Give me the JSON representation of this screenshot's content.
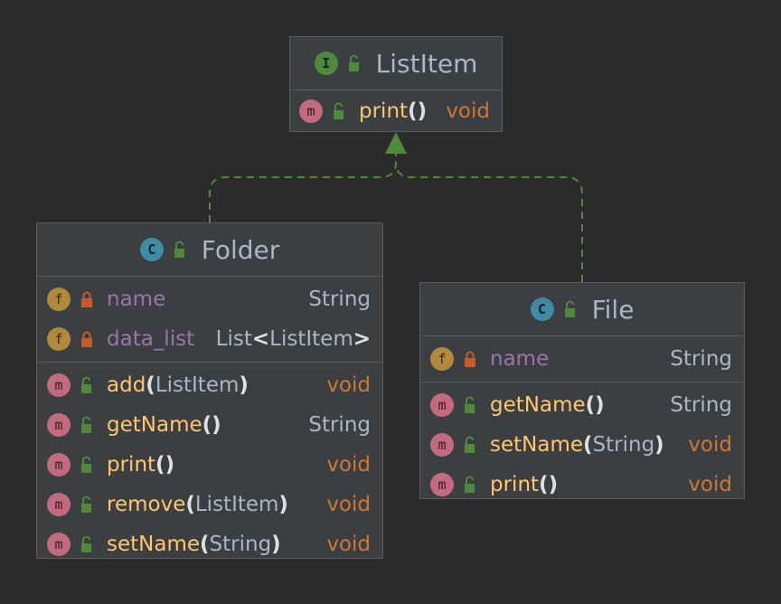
{
  "colors": {
    "background": "#2b2b2b",
    "box": "#3c3f41",
    "border": "#5a5d5f",
    "text": "#a9b7c6",
    "field_name": "#9876aa",
    "method_name": "#ffc66d",
    "void_type": "#cc7832",
    "arrow": "#4e8a3b"
  },
  "listitem": {
    "badge": "I",
    "icon": "interface-icon",
    "title": "ListItem",
    "methods": [
      {
        "badge": "m",
        "name": "print",
        "param": "",
        "type": "void"
      }
    ]
  },
  "folder": {
    "badge": "C",
    "icon": "class-icon",
    "title": "Folder",
    "fields": [
      {
        "badge": "f",
        "name": "name",
        "type": "String"
      },
      {
        "badge": "f",
        "name": "data_list",
        "type_base": "List",
        "type_open": "<",
        "type_arg": "ListItem",
        "type_close": ">"
      }
    ],
    "methods": [
      {
        "badge": "m",
        "name": "add",
        "param": "ListItem",
        "type": "void"
      },
      {
        "badge": "m",
        "name": "getName",
        "param": "",
        "type": "String"
      },
      {
        "badge": "m",
        "name": "print",
        "param": "",
        "type": "void"
      },
      {
        "badge": "m",
        "name": "remove",
        "param": "ListItem",
        "type": "void"
      },
      {
        "badge": "m",
        "name": "setName",
        "param": "String",
        "type": "void"
      }
    ]
  },
  "file": {
    "badge": "C",
    "icon": "class-icon",
    "title": "File",
    "fields": [
      {
        "badge": "f",
        "name": "name",
        "type": "String"
      }
    ],
    "methods": [
      {
        "badge": "m",
        "name": "getName",
        "param": "",
        "type": "String"
      },
      {
        "badge": "m",
        "name": "setName",
        "param": "String",
        "type": "void"
      },
      {
        "badge": "m",
        "name": "print",
        "param": "",
        "type": "void"
      }
    ]
  },
  "relations": [
    {
      "from": "Folder",
      "to": "ListItem",
      "kind": "realization"
    },
    {
      "from": "File",
      "to": "ListItem",
      "kind": "realization"
    }
  ],
  "paren_open": "(",
  "paren_close": ")"
}
